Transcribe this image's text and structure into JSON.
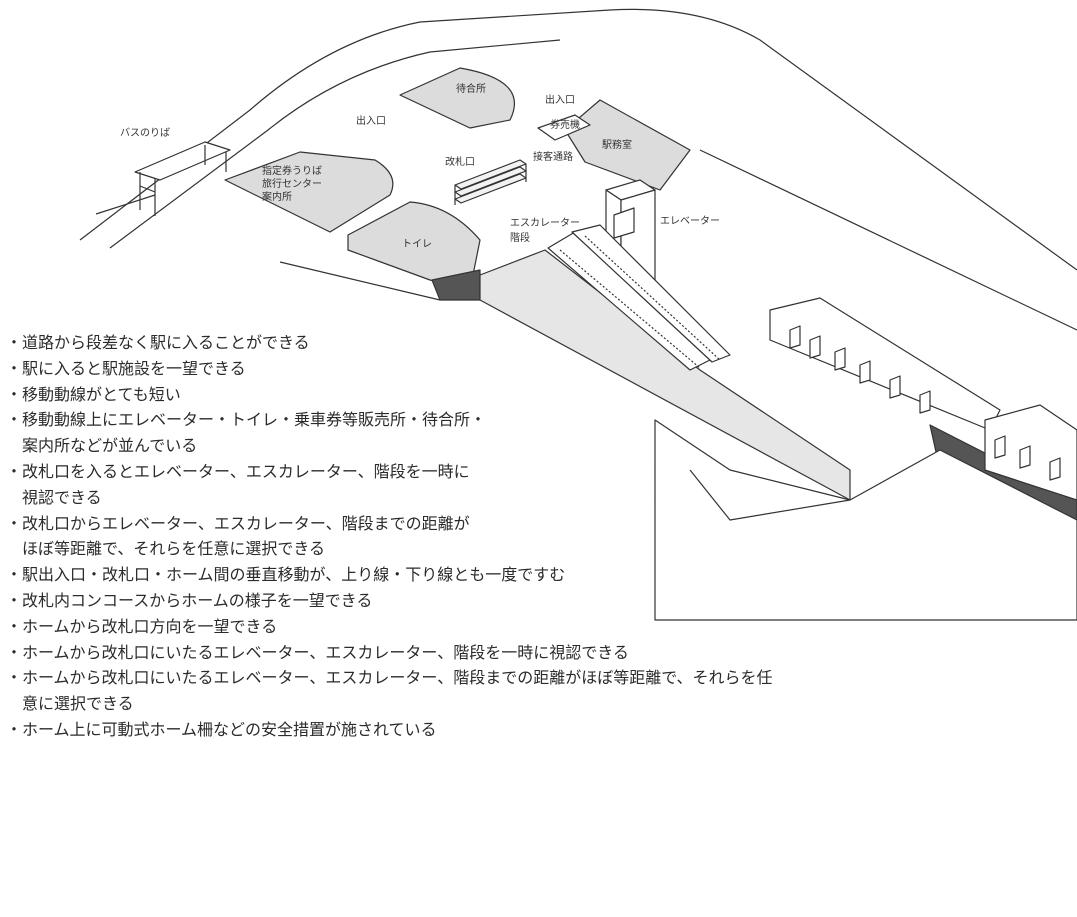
{
  "labels": {
    "bus_stop": "バスのりば",
    "waiting_room": "待合所",
    "exit_top": "出入口",
    "exit_left": "出入口",
    "ticket_machine": "券売機",
    "station_office": "駅務室",
    "service_window": "接客通路",
    "ticket_gate": "改札口",
    "reserved_ticket_1": "指定券うりば",
    "reserved_ticket_2": "旅行センター",
    "reserved_ticket_3": "案内所",
    "escalator": "エスカレーター",
    "stairs": "階段",
    "elevator": "エレベーター",
    "toilet": "トイレ"
  },
  "bullets": [
    "道路から段差なく駅に入ることができる",
    "駅に入ると駅施設を一望できる",
    "移動動線がとても短い",
    "移動動線上にエレベーター・トイレ・乗車券等販売所・待合所・\n案内所などが並んでいる",
    "改札口を入るとエレベーター、エスカレーター、階段を一時に\n視認できる",
    "改札口からエレベーター、エスカレーター、階段までの距離が\nほぼ等距離で、それらを任意に選択できる",
    "駅出入口・改札口・ホーム間の垂直移動が、上り線・下り線とも一度ですむ",
    "改札内コンコースからホームの様子を一望できる",
    "ホームから改札口方向を一望できる",
    "ホームから改札口にいたるエレベーター、エスカレーター、階段を一時に視認できる",
    "ホームから改札口にいたるエレベーター、エスカレーター、階段までの距離がほぼ等距離で、それらを任\n意に選択できる",
    "ホーム上に可動式ホーム柵などの安全措置が施されている"
  ],
  "colors": {
    "line": "#333333",
    "room_fill": "#dcdcdc",
    "pit_fill": "#555555",
    "ramp_fill": "#e6e6e6"
  }
}
